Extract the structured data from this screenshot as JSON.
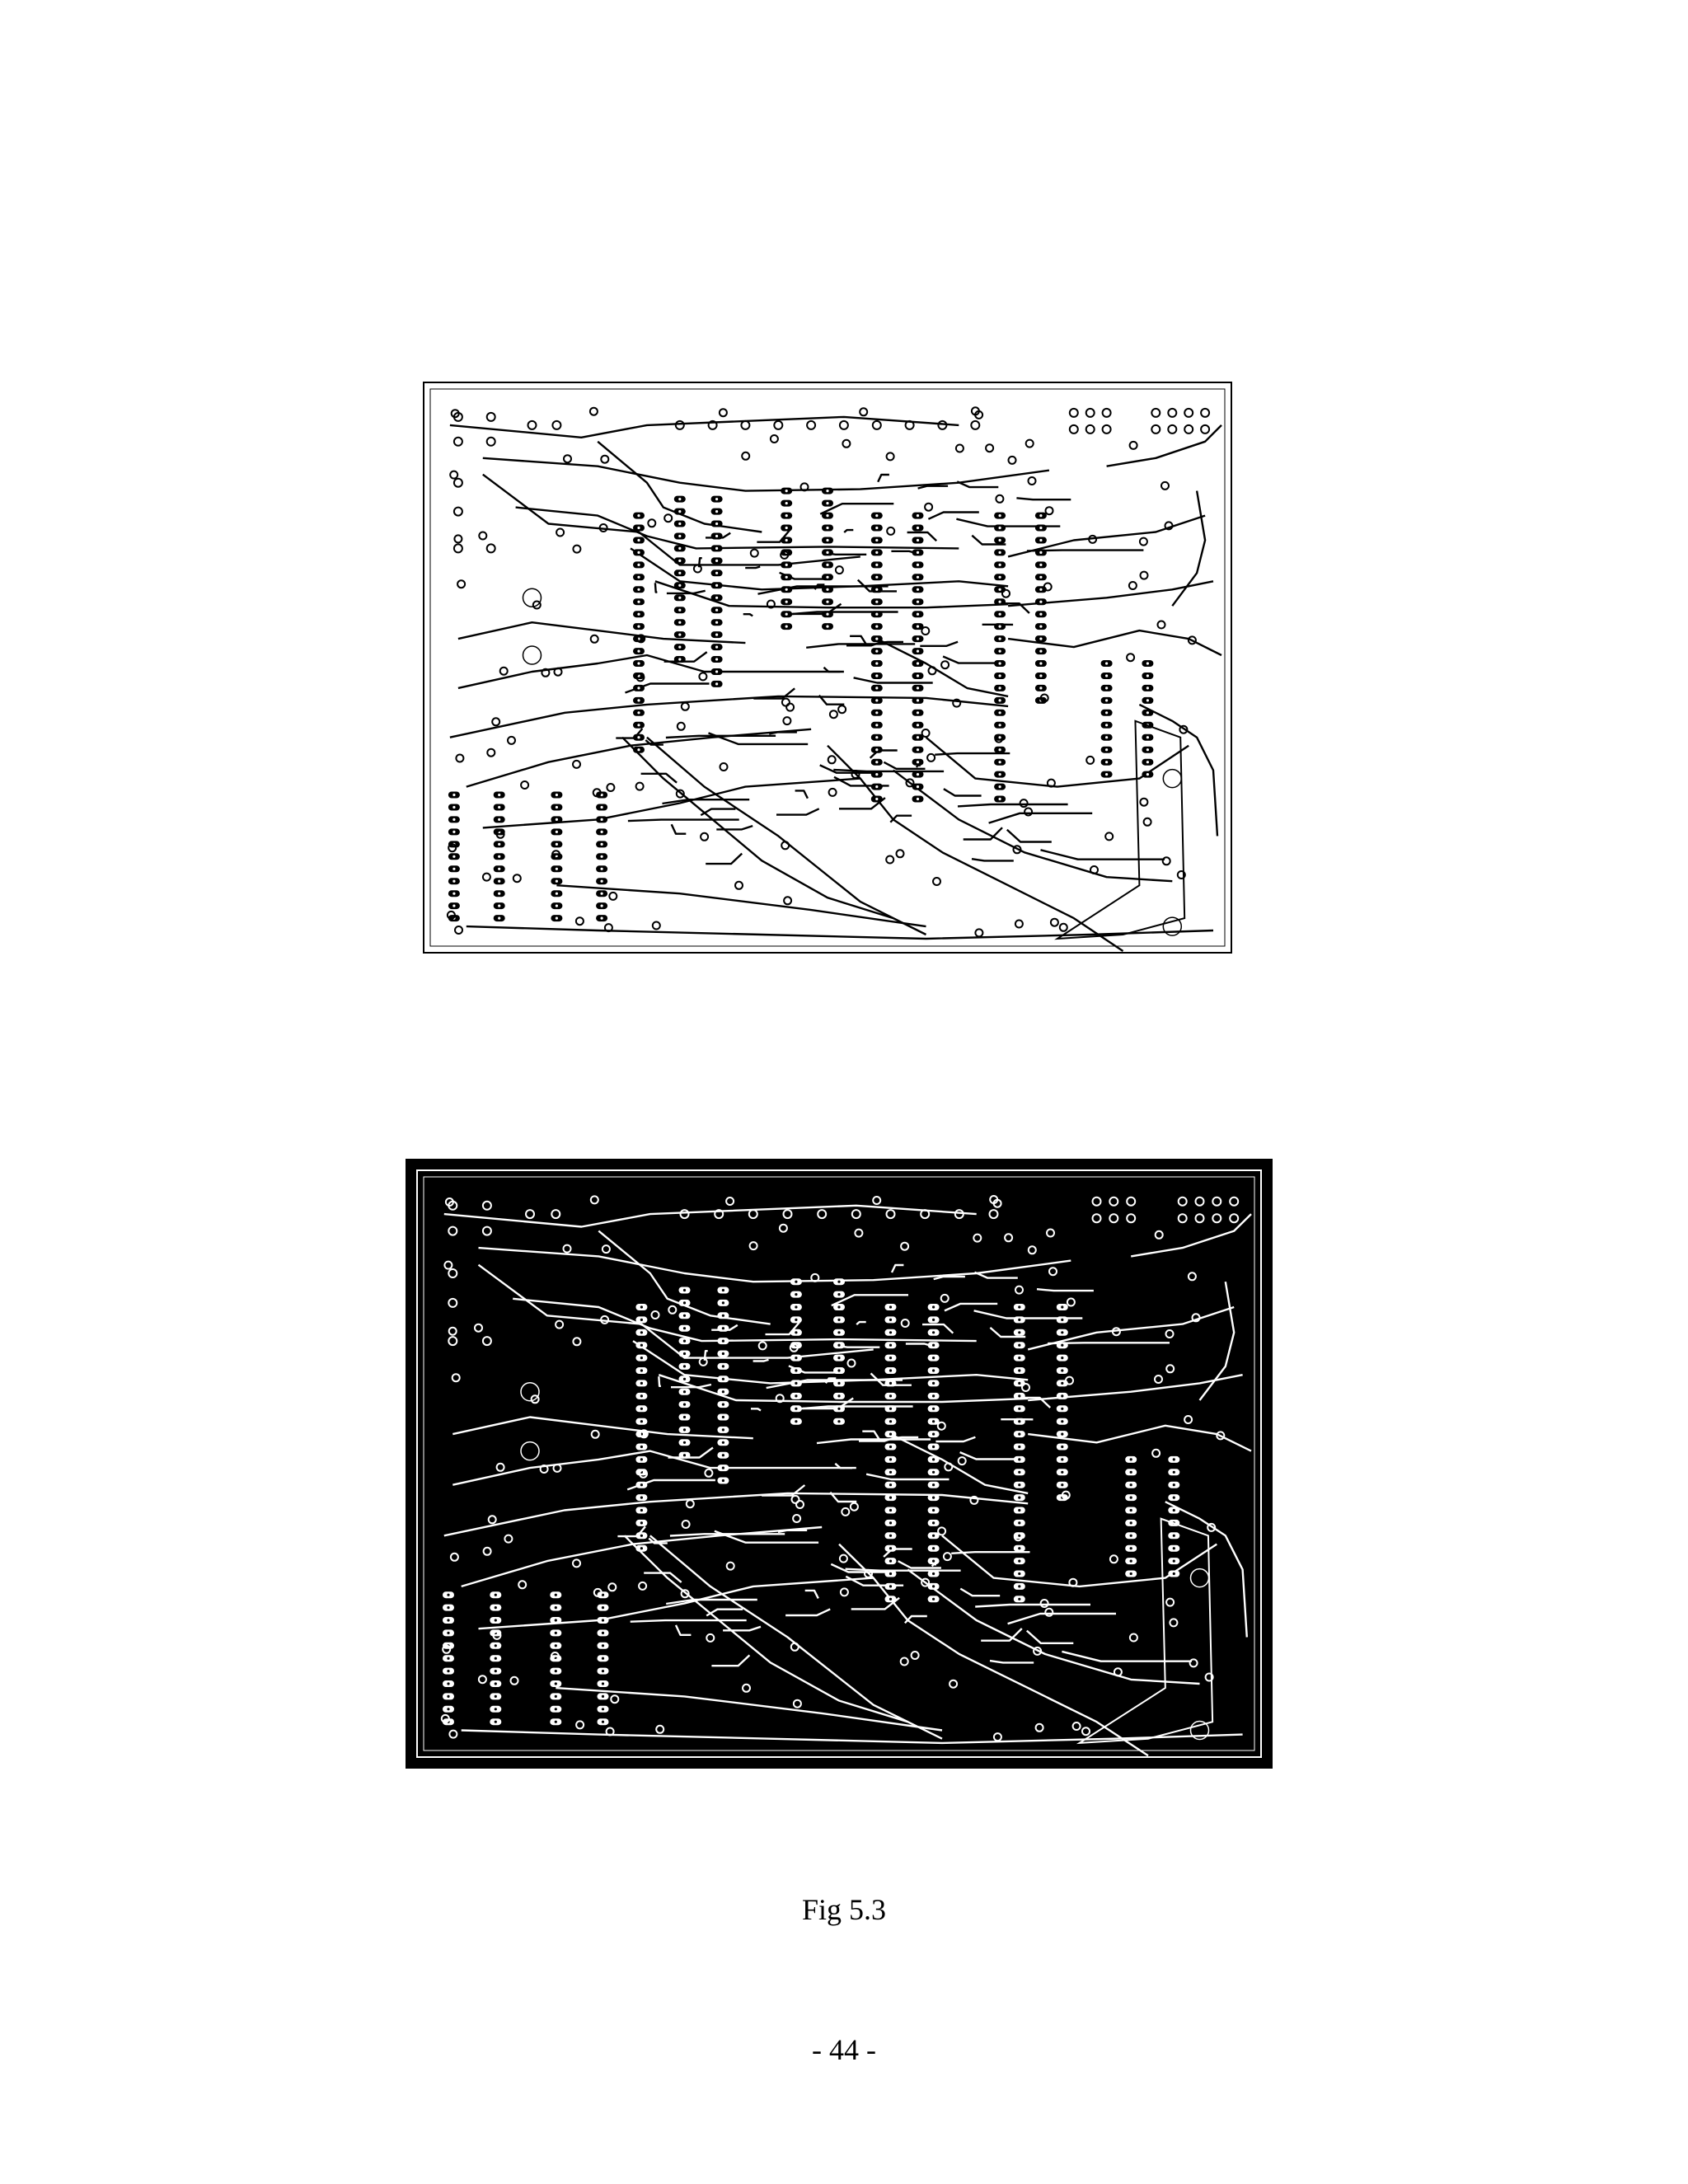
{
  "figure": {
    "caption": "Fig 5.3",
    "panels": [
      {
        "name": "top-layer-artwork",
        "style": "positive"
      },
      {
        "name": "bottom-layer-artwork",
        "style": "negative"
      }
    ],
    "colors": {
      "ink": "#000000",
      "paper": "#ffffff"
    }
  },
  "page": {
    "number": "- 44 -"
  }
}
